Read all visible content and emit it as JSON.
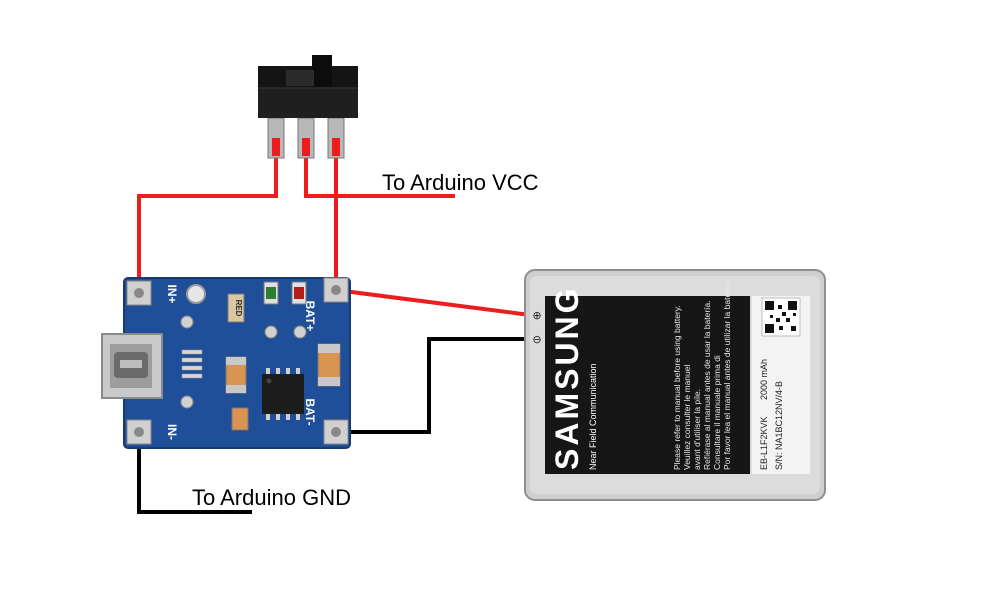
{
  "labels": {
    "vcc": "To Arduino VCC",
    "gnd": "To Arduino GND"
  },
  "board": {
    "pin_in_plus": "IN+",
    "pin_in_minus": "IN-",
    "pin_bat_plus": "BAT+",
    "pin_bat_minus": "BAT-",
    "red_led": "RED"
  },
  "battery": {
    "brand": "SAMSUNG",
    "sub_brand": "Near Field Communication",
    "plus_mark": "⊕",
    "minus_mark": "⊖",
    "warning_lines": [
      "Please refer to manual before using battery.",
      "Veuillez consulter le manuel",
      "avant d'utiliser la pile.",
      "Refiérase al manual antes de usar la batería.",
      "Consultare il manuale prima di",
      "Por favor lea el manual antes de utilizar la batería."
    ],
    "model": "EB-L1F2KVK",
    "serial": "S/N: NA1BC12NV/4-B",
    "capacity": "2000 mAh"
  },
  "colors": {
    "wire_red": "#ee1c1c",
    "wire_black": "#000000",
    "pcb_blue": "#1f4f98",
    "battery_frame": "#c9c9c9",
    "battery_label": "#1a1a1a"
  }
}
